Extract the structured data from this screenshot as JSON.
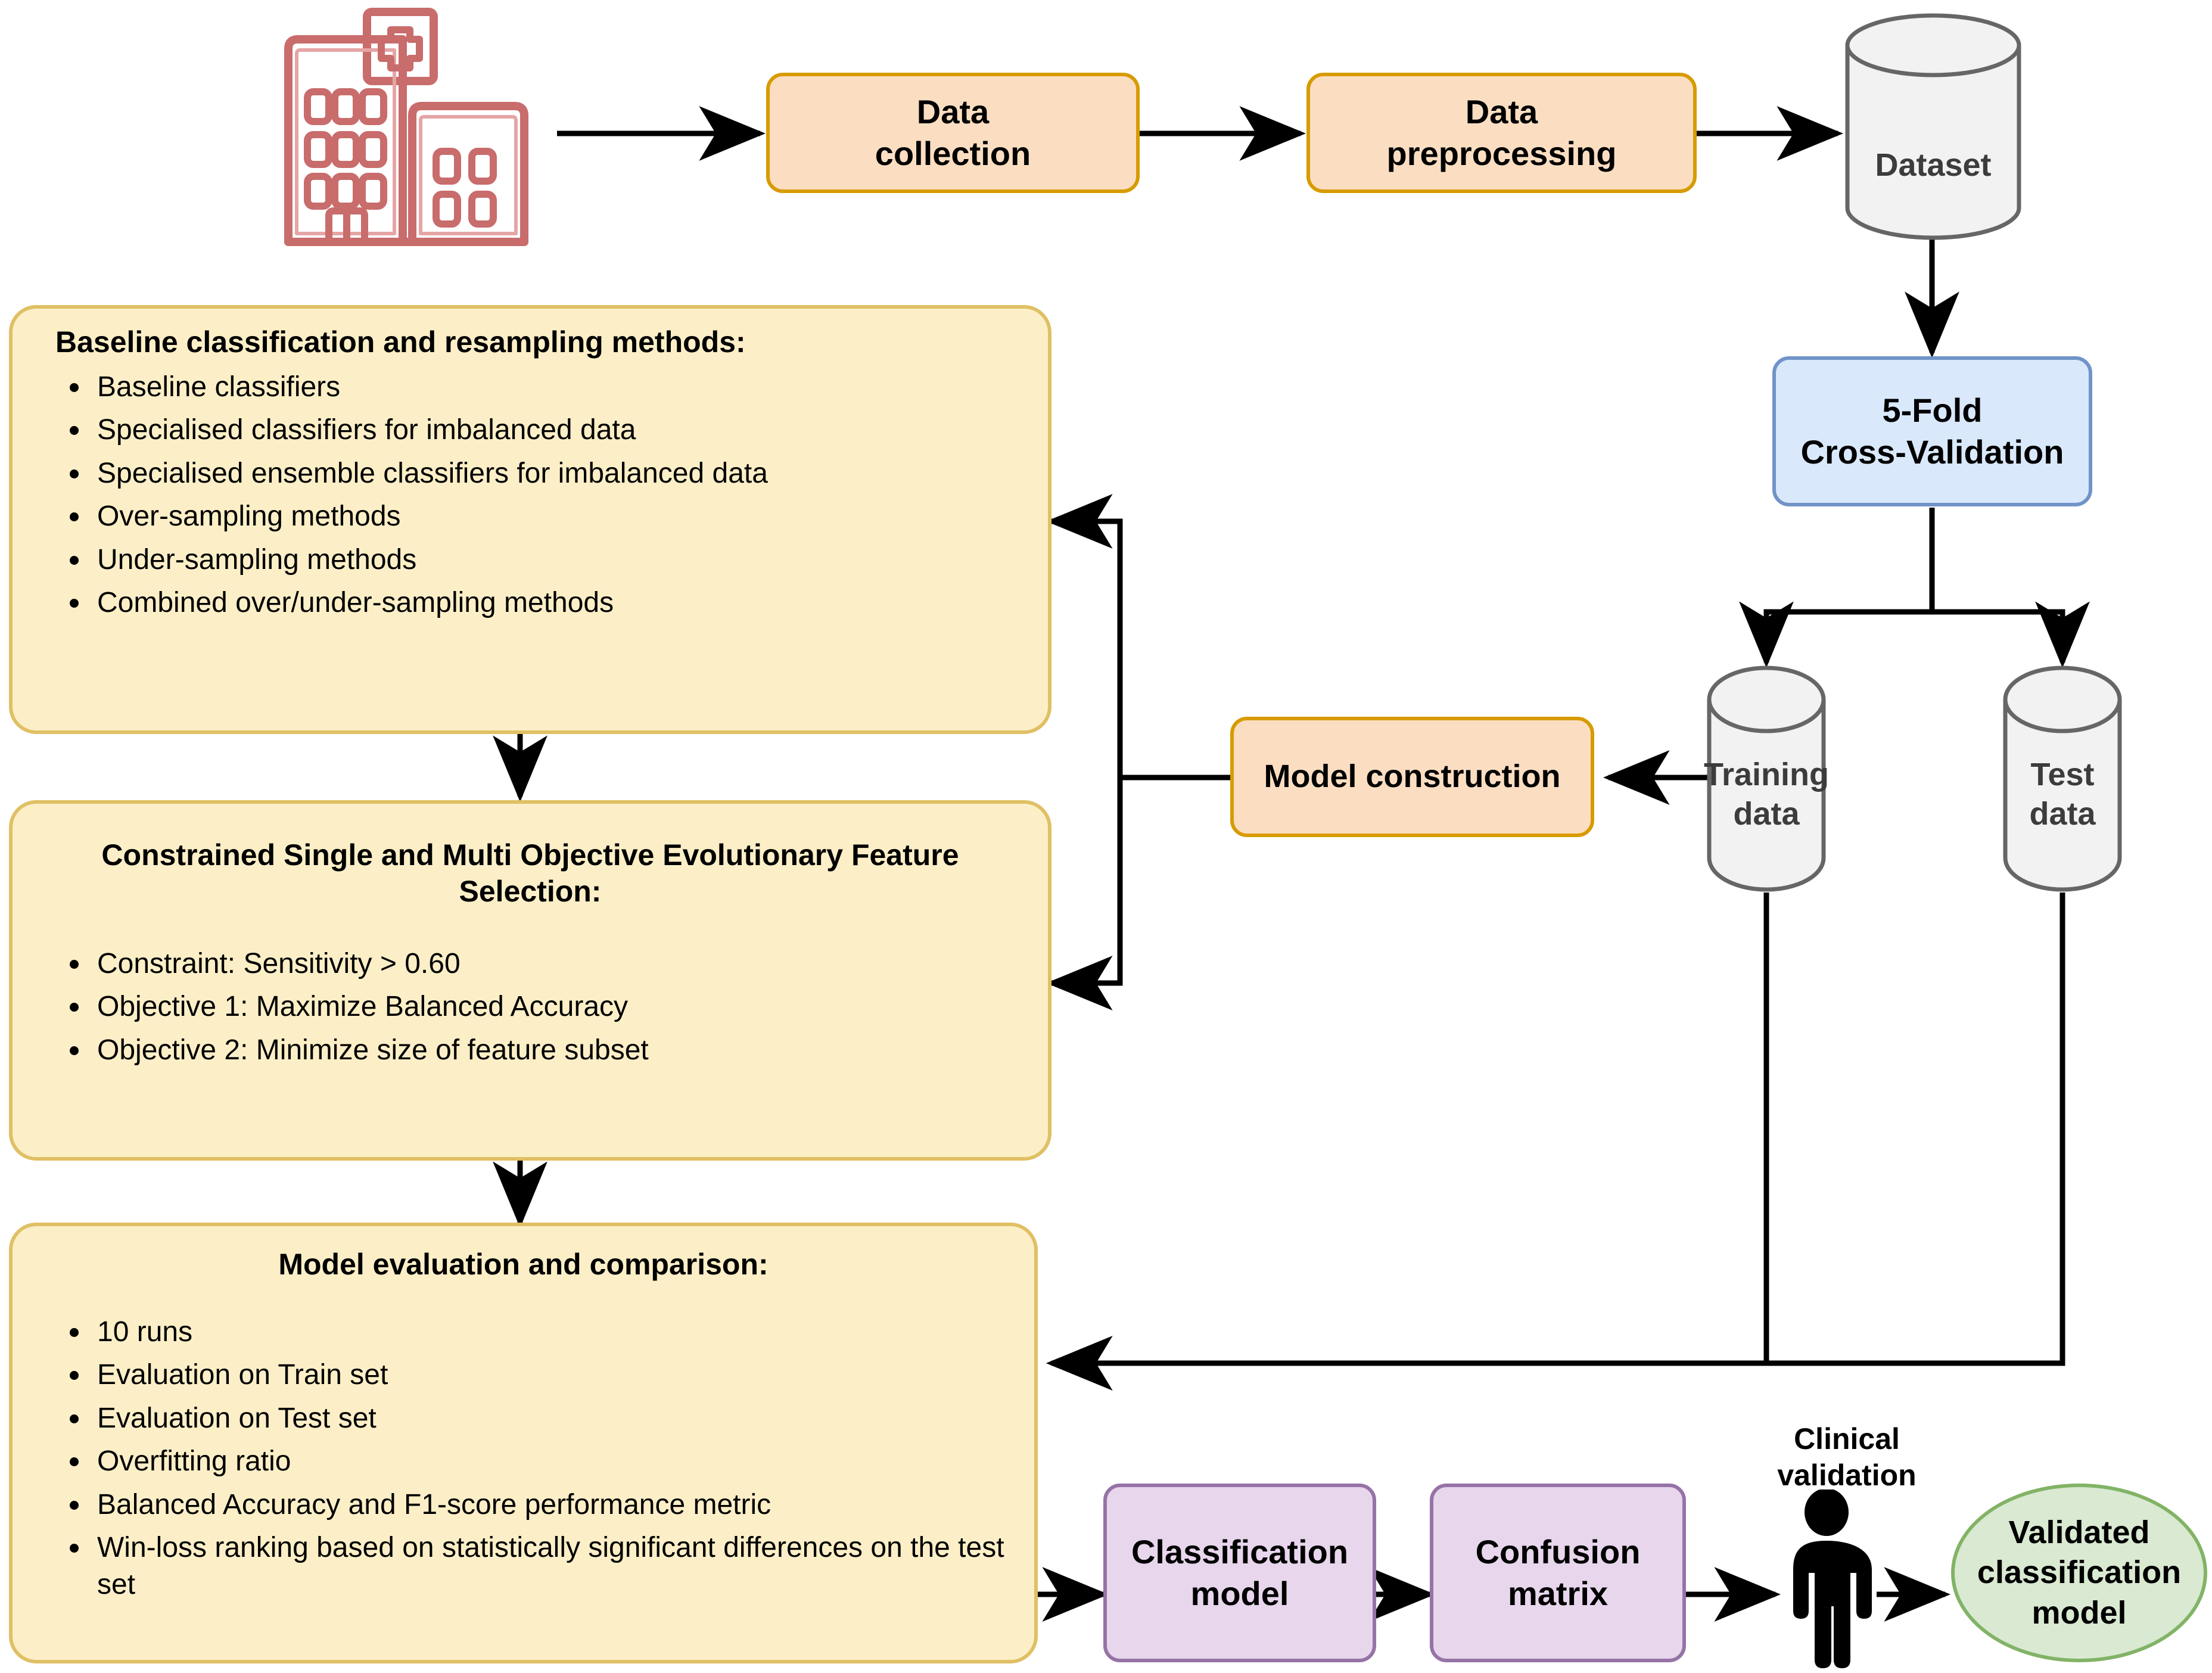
{
  "diagram": {
    "title": "Machine learning pipeline for imbalanced clinical data classification",
    "colors": {
      "orange_fill": "#FBDEC2",
      "orange_border": "#D79B00",
      "blue_fill": "#DAE8FC",
      "blue_border": "#7093C8",
      "yellow_fill": "#FCEFC7",
      "yellow_border": "#E0C064",
      "purple_fill": "#E7D6EC",
      "purple_border": "#9673A6",
      "green_fill": "#D9E9D2",
      "green_border": "#82B366",
      "cylinder_fill": "#F2F2F2",
      "cylinder_border": "#666666",
      "hospital_icon": "#C96C6C",
      "arrow": "#000000"
    }
  },
  "icons": {
    "hospital": "hospital-building-icon",
    "person": "clinician-person-icon"
  },
  "nodes": {
    "data_collection": {
      "line1": "Data",
      "line2": "collection"
    },
    "data_preprocessing": {
      "line1": "Data",
      "line2": "preprocessing"
    },
    "dataset": {
      "label": "Dataset"
    },
    "cross_validation": {
      "line1": "5-Fold",
      "line2": "Cross-Validation"
    },
    "training_data": {
      "line1": "Training",
      "line2": "data"
    },
    "test_data": {
      "line1": "Test",
      "line2": "data"
    },
    "model_construction": {
      "label": "Model construction"
    },
    "classification_model": {
      "line1": "Classification",
      "line2": "model"
    },
    "confusion_matrix": {
      "line1": "Confusion",
      "line2": "matrix"
    },
    "clinical_validation": {
      "line1": "Clinical",
      "line2": "validation"
    },
    "validated_model": {
      "line1": "Validated",
      "line2": "classification",
      "line3": "model"
    }
  },
  "panels": {
    "baseline": {
      "title": "Baseline classification and resampling methods:",
      "items": [
        "Baseline classifiers",
        "Specialised classifiers for imbalanced data",
        "Specialised ensemble classifiers for imbalanced data",
        "Over-sampling methods",
        "Under-sampling methods",
        "Combined over/under-sampling methods"
      ]
    },
    "feature_selection": {
      "title": "Constrained Single and Multi Objective Evolutionary Feature Selection:",
      "items": [
        "Constraint: Sensitivity > 0.60",
        "Objective 1: Maximize Balanced Accuracy",
        "Objective 2: Minimize size of feature subset"
      ]
    },
    "evaluation": {
      "title": "Model evaluation and comparison:",
      "items": [
        "10 runs",
        "Evaluation on Train set",
        "Evaluation on Test set",
        "Overfitting ratio",
        "Balanced Accuracy and F1-score performance metric",
        "Win-loss ranking based on statistically significant differences on the test set"
      ]
    }
  }
}
